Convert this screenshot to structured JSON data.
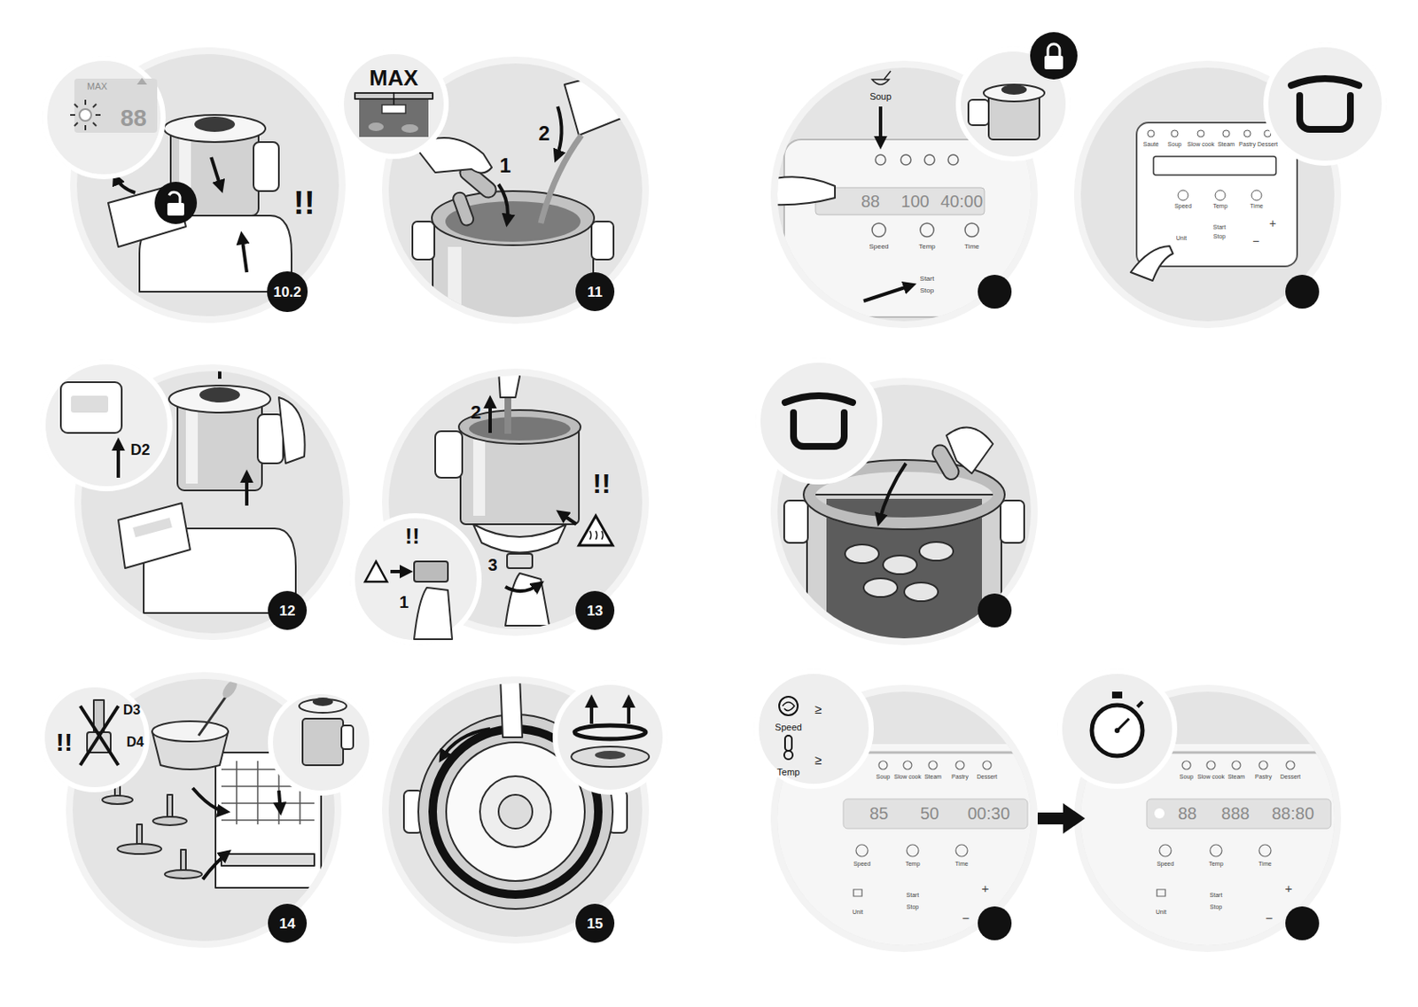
{
  "diagram": {
    "nodes": [
      {
        "text": [
          "10.2"
        ]
      },
      {
        "text": [
          "11"
        ]
      },
      {
        "text": [
          "12"
        ]
      },
      {
        "text": [
          "13"
        ]
      },
      {
        "text": [
          "14"
        ]
      },
      {
        "text": [
          "15"
        ]
      }
    ],
    "labels": [
      "MAX",
      "88",
      "!!",
      "MAX",
      "1",
      "2",
      "D2",
      "2",
      "!!",
      "!!",
      "1",
      "3",
      "!!",
      "D3",
      "D4",
      "Soup",
      "88",
      "100",
      "40:00",
      "Speed",
      "Temp",
      "Time",
      "Start",
      "Stop",
      "Sauté",
      "Soup",
      "Slow cook",
      "Steam",
      "Pastry",
      "Dessert",
      "Speed",
      "Temp",
      "Time",
      "Start",
      "Stop",
      "Unit",
      "+",
      "−",
      "Speed",
      "≥",
      "Temp",
      "≥",
      "Soup",
      "Slow cook",
      "Steam",
      "Pastry",
      "Dessert",
      "85",
      "50",
      "00:30",
      "Speed",
      "Temp",
      "Time",
      "Start",
      "Stop",
      "Unit",
      "+",
      "−",
      "Soup",
      "Slow cook",
      "Steam",
      "Pastry",
      "Dessert",
      "88",
      "888",
      "88:80",
      "Speed",
      "Temp",
      "Time",
      "Start",
      "Stop",
      "Unit",
      "+",
      "−"
    ]
  }
}
